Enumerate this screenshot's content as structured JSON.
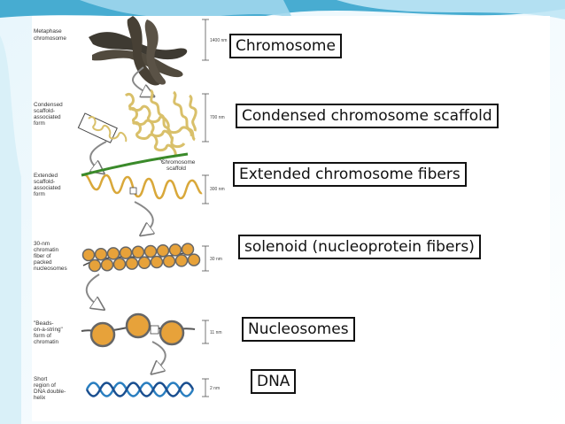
{
  "stages": [
    {
      "caption_lines": [
        "Metaphase",
        "chromosome"
      ],
      "scale": "1400 nm",
      "label": "Chromosome"
    },
    {
      "caption_lines": [
        "Condensed",
        "scaffold-",
        "associated",
        "form"
      ],
      "scale": "700 nm",
      "label": "Condensed chromosome scaffold"
    },
    {
      "caption_lines": [
        "Extended",
        "scaffold-",
        "associated",
        "form"
      ],
      "scale": "300 nm",
      "label": "Extended chromosome fibers"
    },
    {
      "caption_lines": [
        "30-nm",
        "chromatin",
        "fiber of",
        "packed",
        "nucleosomes"
      ],
      "scale": "30 nm",
      "label": "solenoid (nucleoprotein fibers)"
    },
    {
      "caption_lines": [
        "\"Beads-",
        "on-a-string\"",
        "form of",
        "chromatin"
      ],
      "scale": "11 nm",
      "label": "Nucleosomes"
    },
    {
      "caption_lines": [
        "Short",
        "region of",
        "DNA double-",
        "helix"
      ],
      "scale": "2 nm",
      "label": "DNA"
    }
  ],
  "scaffold_callout": [
    "Chromosome",
    "scaffold"
  ],
  "colors": {
    "accent_teal": "#2a9fc9",
    "accent_light": "#9fd6ec",
    "chromatin": "#e7a23a",
    "scaffold": "#3a8a2a",
    "ink": "#111111"
  }
}
